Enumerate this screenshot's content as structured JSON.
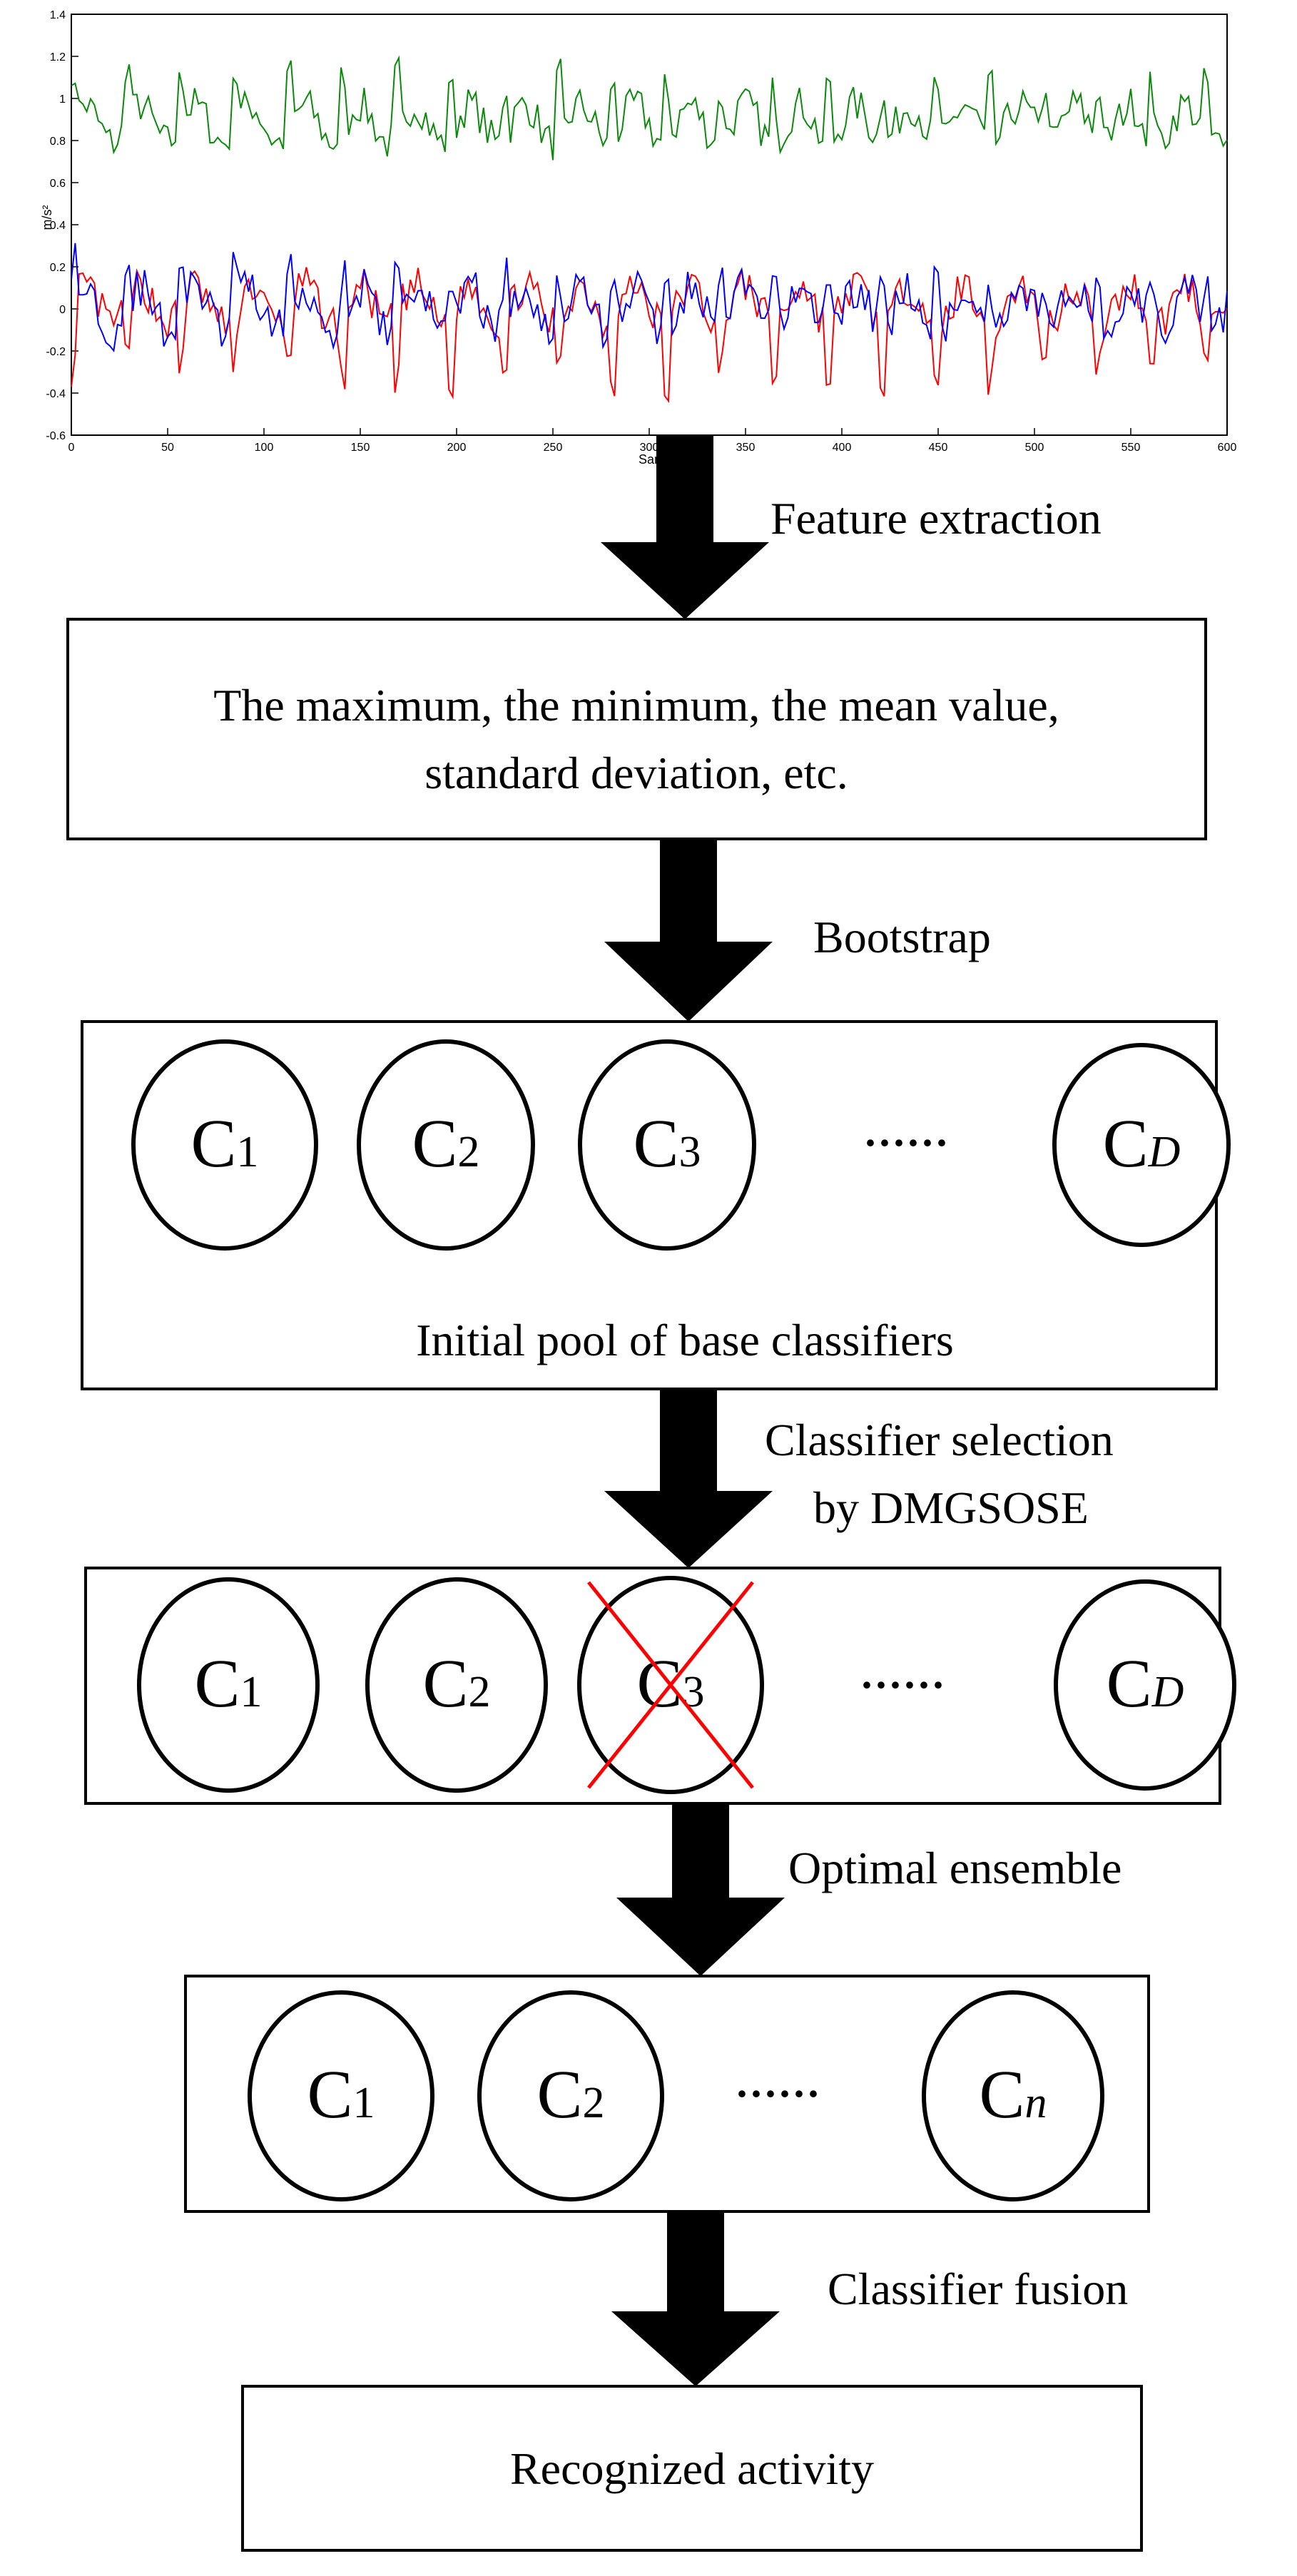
{
  "plot": {
    "y_ticks": [
      "1.4",
      "1.2",
      "1",
      "0.8",
      "0.6",
      "0.4",
      "0.2",
      "0",
      "-0.2",
      "-0.4",
      "-0.6"
    ],
    "x_ticks": [
      "0",
      "50",
      "100",
      "150",
      "200",
      "250",
      "300",
      "350",
      "400",
      "450",
      "500",
      "550",
      "600"
    ],
    "xlabel": "Sam",
    "ylabel": "m/s²",
    "series_colors": {
      "green": "#0a8a0a",
      "red": "#ff0000",
      "blue": "#0000ff"
    }
  },
  "steps": {
    "feature_extraction": "Feature extraction",
    "bootstrap": "Bootstrap",
    "selection_line1": "Classifier selection",
    "selection_line2": "by DMGSOSE",
    "optimal_ensemble": "Optimal ensemble",
    "fusion": "Classifier fusion"
  },
  "boxes": {
    "features_line1": "The maximum, the minimum, the mean value,",
    "features_line2": "standard deviation, etc.",
    "pool_caption": "Initial pool of base classifiers",
    "result": "Recognized activity"
  },
  "classifiers": {
    "letter": "C",
    "pool": [
      "1",
      "2",
      "3",
      "D"
    ],
    "ensemble": [
      "1",
      "2",
      "n"
    ],
    "ellipsis": "······"
  },
  "colors": {
    "arrow": "#000000",
    "cross": "#ff0000",
    "stroke": "#000000"
  }
}
